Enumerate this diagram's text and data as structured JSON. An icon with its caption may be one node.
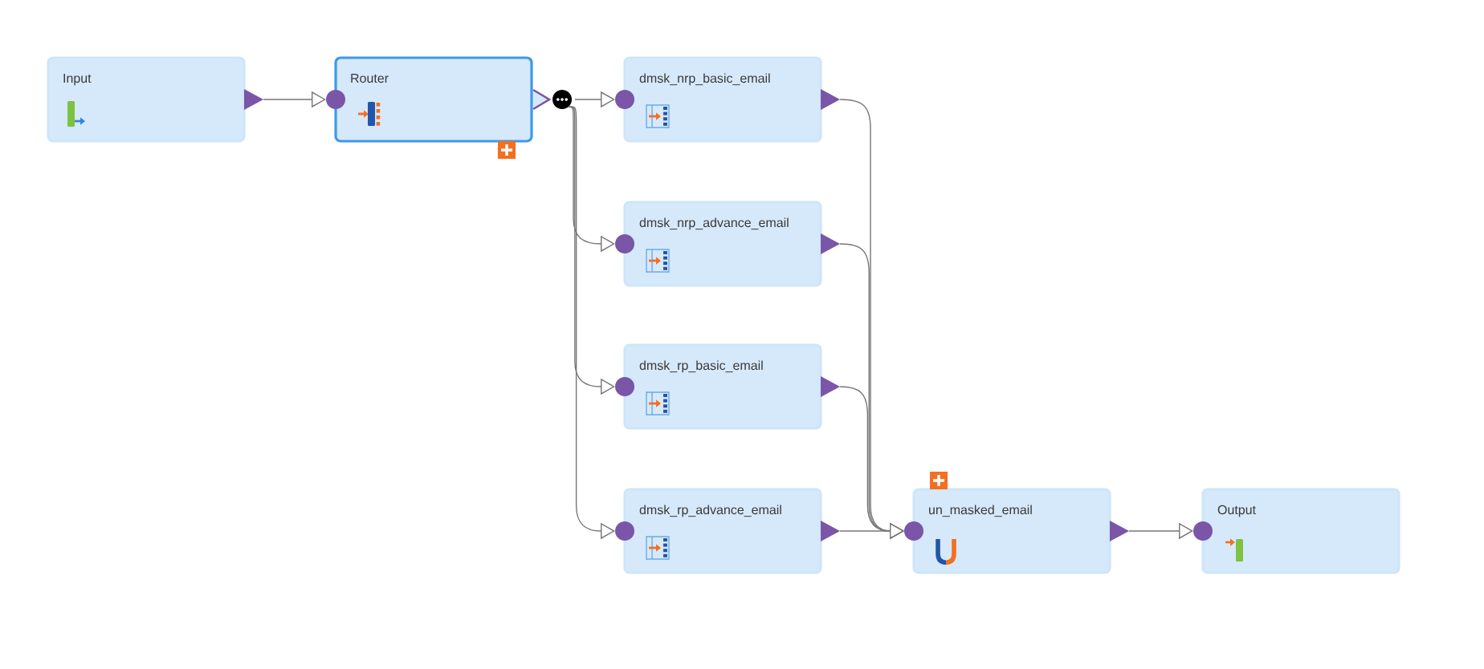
{
  "diagram": {
    "nodes": [
      {
        "text": [
          "Input"
        ]
      },
      {
        "text": [
          "Router"
        ]
      },
      {
        "text": [
          "dmsk_nrp_basic_email"
        ]
      },
      {
        "text": [
          "dmsk_nrp_advance_email"
        ]
      },
      {
        "text": [
          "dmsk_rp_basic_email"
        ]
      },
      {
        "text": [
          "dmsk_rp_advance_email"
        ]
      },
      {
        "text": [
          "un_masked_email"
        ]
      },
      {
        "text": [
          "Output"
        ]
      }
    ],
    "edges": [
      {
        "from": 0,
        "to": 1,
        "arrow": "to"
      },
      {
        "from": 1,
        "to": 2,
        "arrow": "to"
      },
      {
        "from": 1,
        "to": 3,
        "arrow": "to"
      },
      {
        "from": 1,
        "to": 4,
        "arrow": "to"
      },
      {
        "from": 1,
        "to": 5,
        "arrow": "to"
      },
      {
        "from": 2,
        "to": 6,
        "arrow": "to"
      },
      {
        "from": 3,
        "to": 6,
        "arrow": "to"
      },
      {
        "from": 4,
        "to": 6,
        "arrow": "to"
      },
      {
        "from": 5,
        "to": 6,
        "arrow": "to"
      },
      {
        "from": 6,
        "to": 7,
        "arrow": "to"
      }
    ]
  }
}
